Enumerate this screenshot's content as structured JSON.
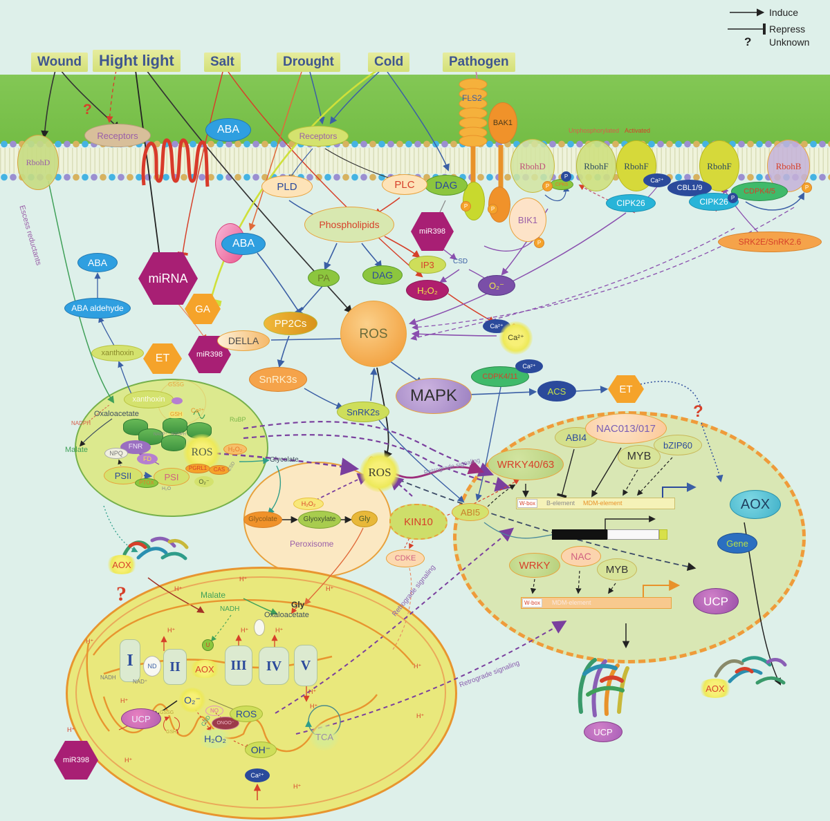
{
  "colors": {
    "background": "#def0ea",
    "apoplast": "#7cc24d",
    "retrograde": "#9c2d7a",
    "nucleus_fill": "#d9e7b4",
    "mitochondria_fill": "#e9e87c",
    "chloroplast_fill": "#dce98e",
    "peroxisome_fill": "#fbe8c2",
    "induce_arrow": "#222222",
    "membrane_blue": "#45b3e2",
    "membrane_purple": "#9b8fd0",
    "membrane_tan": "#d7b25f"
  },
  "legend": {
    "induce": "Induce",
    "repress": "Repress",
    "unknown": "Unknown",
    "qmark": "?"
  },
  "stimuli": {
    "wound": "Wound",
    "high_light": "Hight light",
    "salt": "Salt",
    "drought": "Drought",
    "cold": "Cold",
    "pathogen": "Pathogen"
  },
  "membrane": {
    "rbohd_left": "RbohD",
    "receptors_left": "Receptors",
    "aba": "ABA",
    "receptors_right": "Receptors",
    "fls2": "FLS2",
    "bak1": "BAK1",
    "dag": "DAG",
    "bik1": "BIK1",
    "rbohd": "RbohD",
    "unphosphorylated": "Unphosphorylated",
    "activated": "Activated",
    "rbohf1": "RbohF",
    "rbohf2": "RbohF",
    "rbohf3": "RbohF",
    "rbohb": "RbohB",
    "cpk5": "CPK5",
    "ca": "Ca²⁺",
    "cbl19": "CBL1/9",
    "cipk26a": "CIPK26",
    "cipk26b": "CIPK26",
    "cdpk45": "CDPK4/5",
    "srk2e": "SRK2E/SnRK2.6",
    "p": "P"
  },
  "signaling": {
    "pld": "PLD",
    "plc": "PLC",
    "phospholipids": "Phospholipids",
    "mir398_a": "miR398",
    "csd": "CSD",
    "ip3": "IP3",
    "h2o2": "H₂O₂",
    "o2": "O₂⁻",
    "pa": "PA",
    "dag2": "DAG",
    "aba_pink": "ABA",
    "mirna": "miRNA",
    "ga": "GA",
    "aba_left": "ABA",
    "aba_aldehyde": "ABA aldehyde",
    "xanthoxin": "xanthoxin",
    "et": "ET",
    "mir398_b": "miR398",
    "della": "DELLA",
    "pp2cs": "PP2Cs",
    "snrk3s": "SnRK3s",
    "snrk2s": "SnRK2s",
    "ros_big": "ROS",
    "mapk": "MAPK",
    "ca_a": "Ca²⁺",
    "ca_channel": "Ca²⁺",
    "cdpk411": "CDPK4/11",
    "ca_b": "Ca²⁺",
    "acs": "ACS",
    "et2": "ET",
    "excess_reductants": "Escess reductants",
    "qmark": "?"
  },
  "chloroplast": {
    "xanthoxin": "xanthoxin",
    "gssg": "GSSG",
    "gsh": "GSH",
    "ca": "Ca²⁺",
    "oxaloacetate": "Oxaloacetate",
    "nadph": "NADPH",
    "nadp_small": "NADP⁺",
    "nadph_small": "NADPH",
    "malate": "Malate",
    "rubp": "RuBP",
    "ros": "ROS",
    "fnr": "FNR",
    "fd": "FD",
    "npq": "NPQ",
    "psii": "PSII",
    "psi": "PSI",
    "ptox": "PTOX",
    "pgrl1": "PGRL1",
    "cas": "CAS",
    "o2": "O₂⁻",
    "h2o2": "H₂O₂",
    "csd": "CSD",
    "h2o": "H₂O",
    "glycolate_out": "Glycolate"
  },
  "peroxisome": {
    "label": "Peroxisome",
    "glycolate": "Glycolate",
    "glyoxylate": "Glyoxylate",
    "gly": "Gly",
    "h2o2": "H₂O₂"
  },
  "midzone": {
    "ros": "ROS",
    "kin10": "KIN10",
    "cdke": "CDKE",
    "retro1": "Retrograde signaling",
    "retro2": "Retrograde signaling",
    "retro3": "Retrograde signaling"
  },
  "nucleus": {
    "wrky4063": "WRKY40/63",
    "abi4": "ABI4",
    "nac013": "NAC013/017",
    "myb1": "MYB",
    "bzip60": "bZIP60",
    "wbox1": "W-box",
    "belement": "B-element",
    "mdm1": "MDM-element",
    "aox": "AOX",
    "abi5": "ABI5",
    "gene": "Gene",
    "wrky": "WRKY",
    "nac": "NAC",
    "myb2": "MYB",
    "wbox2": "W-box",
    "mdm2": "MDM-element",
    "ucp": "UCP",
    "qmark": "?"
  },
  "mito": {
    "malate": "Malate",
    "nadh_label": "NADH",
    "gly": "Gly",
    "oxaloacetate": "Oxaloacetate",
    "c1": "I",
    "nd": "ND",
    "c2": "II",
    "aox": "AOX",
    "c3": "III",
    "c4": "IV",
    "c5": "V",
    "u": "U",
    "nadh": "NADH",
    "nad": "NAD⁺",
    "o2": "O₂⁻",
    "ucp": "UCP",
    "gssg": "GSSG",
    "gsh": "GSH",
    "csd": "CSD",
    "no": "NO",
    "onoo": "ONOO⁻",
    "ros": "ROS",
    "h2o2": "H₂O₂",
    "oh": "OH⁻",
    "tca": "TCA",
    "ca": "Ca²⁺",
    "hplus": "H⁺",
    "qmark": "?",
    "mir398": "miR398"
  },
  "structures": {
    "aox_top": "AOX",
    "ucp_bottom": "UCP",
    "aox_bottom": "AOX",
    "qmark": "?"
  }
}
